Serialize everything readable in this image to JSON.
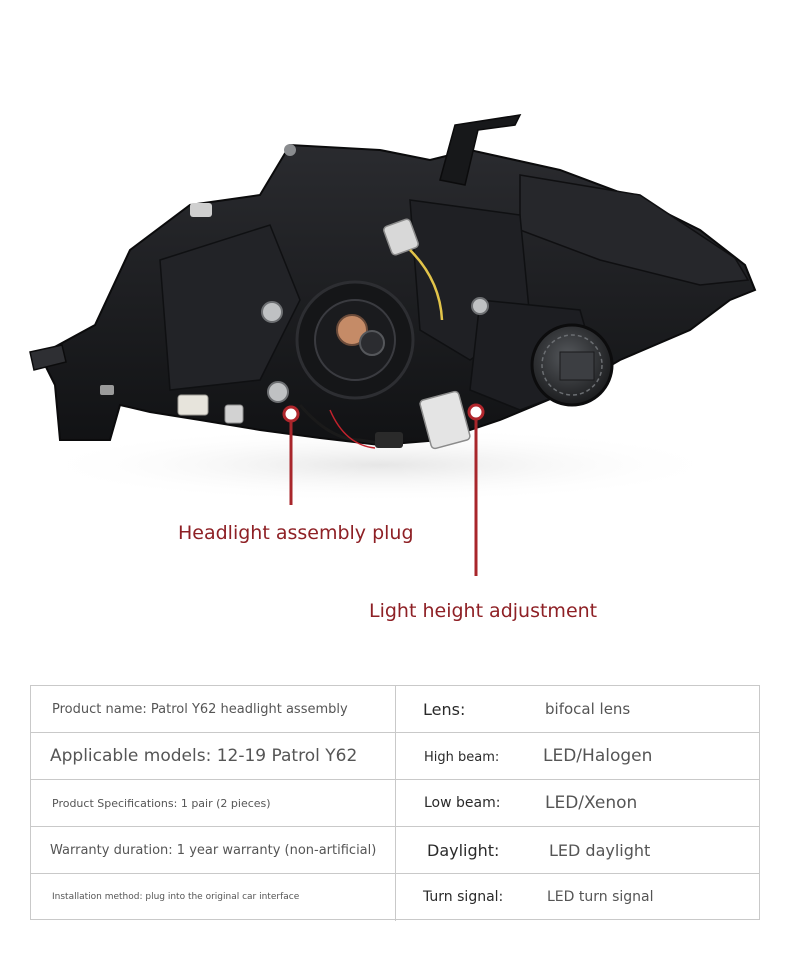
{
  "callouts": {
    "plug": "Headlight assembly plug",
    "height": "Light height adjustment"
  },
  "specs": {
    "left": [
      "Product name: Patrol Y62 headlight assembly",
      "Applicable models: 12-19 Patrol Y62",
      "Product Specifications: 1 pair (2 pieces)",
      "Warranty duration: 1 year warranty (non-artificial)",
      "Installation method: plug into the original car interface"
    ],
    "keys": [
      "Lens:",
      "High beam:",
      "Low beam:",
      "Daylight:",
      "Turn signal:"
    ],
    "values": [
      "bifocal lens",
      "LED/Halogen",
      "LED/Xenon",
      "LED daylight",
      "LED turn signal"
    ]
  },
  "colors": {
    "accent": "#8e2025",
    "housing": "#1c1d20",
    "border": "#c9c9c9"
  }
}
